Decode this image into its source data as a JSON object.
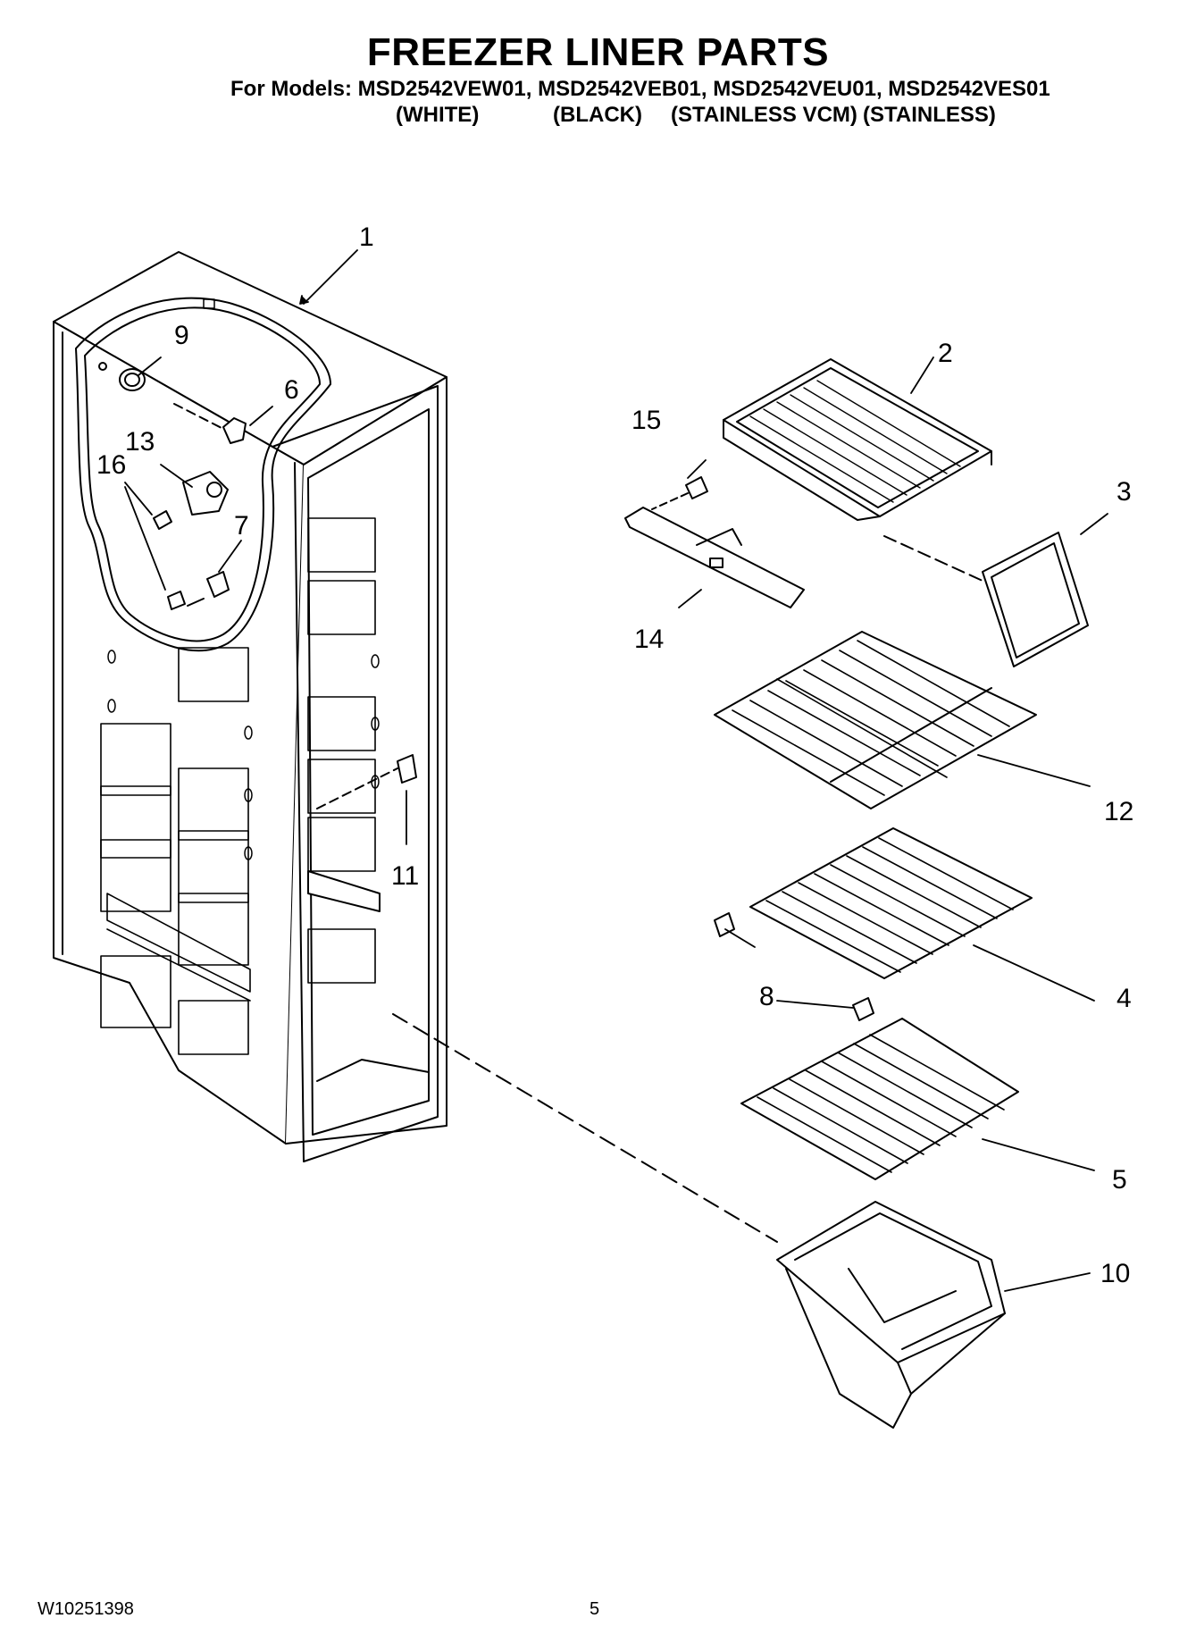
{
  "header": {
    "title": "FREEZER LINER PARTS",
    "models_line": "For Models: MSD2542VEW01, MSD2542VEB01, MSD2542VEU01, MSD2542VES01",
    "variants": [
      "(WHITE)",
      "(BLACK)",
      "(STAINLESS VCM)",
      "(STAINLESS)"
    ]
  },
  "callouts": [
    "1",
    "2",
    "3",
    "4",
    "5",
    "6",
    "7",
    "8",
    "9",
    "10",
    "11",
    "12",
    "13",
    "14",
    "15",
    "16"
  ],
  "footer": {
    "doc_number": "W10251398",
    "page_number": "5"
  }
}
